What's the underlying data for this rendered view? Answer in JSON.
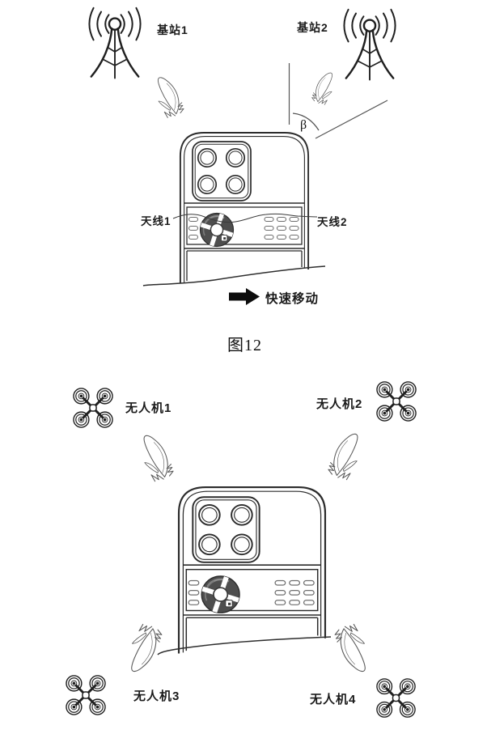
{
  "page": {
    "background_color": "#ffffff",
    "ink_color": "#2b2b2b",
    "construction_line_color": "#555555",
    "fan_dark_color": "#4e4e4e"
  },
  "figure_top": {
    "caption": "图12",
    "labels": {
      "base_station_1": "基站1",
      "base_station_2": "基站2",
      "antenna_1": "天线1",
      "antenna_2": "天线2",
      "angle": "β",
      "motion": "快速移动"
    }
  },
  "figure_bottom": {
    "labels": {
      "drone_1": "无人机1",
      "drone_2": "无人机2",
      "drone_3": "无人机3",
      "drone_4": "无人机4"
    }
  }
}
